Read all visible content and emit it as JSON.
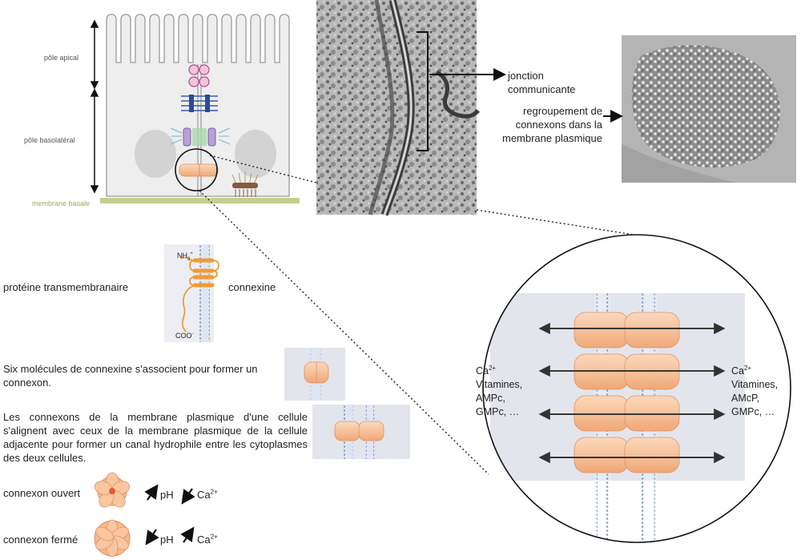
{
  "cell": {
    "apical_label": "pôle apical",
    "basolateral_label": "pôle basolatéral",
    "basal_membrane_label": "membrane basale"
  },
  "micrograph": {
    "gap_junction_label": "jonction communicante",
    "cluster_label": "regroupement de connexons dans la membrane plasmique"
  },
  "connexin": {
    "left_label": "protéine transmembranaire",
    "right_label": "connexine",
    "n_terminus": "NH",
    "n_terminus_sub": "3",
    "n_terminus_sup": "+",
    "c_terminus": "COO",
    "c_terminus_sup": "-"
  },
  "steps": {
    "connexon_text": "Six molécules de connexine s'associent pour former un connexon.",
    "channel_text": "Les connexons de la membrane plasmique d'une cellule s'alignent avec ceux de la membrane plasmique de la cellule adjacente pour former un canal hydrophile entre les cytoplasmes des deux cellules."
  },
  "states": {
    "open_label": "connexon ouvert",
    "closed_label": "connexon fermé",
    "ph": "pH",
    "ca": "Ca",
    "ca_sup": "2+"
  },
  "zoom": {
    "left": {
      "ca": "Ca",
      "ca_sup": "2+",
      "lines": [
        "Vitamines,",
        "AMPc,",
        "GMPc, …"
      ]
    },
    "right": {
      "ca": "Ca",
      "ca_sup": "2+",
      "lines": [
        "Vitamines,",
        "AMcP,",
        "GMPc, …"
      ]
    }
  },
  "colors": {
    "cell_fill": "#eeeeee",
    "basal_membrane": "#c4cf8e",
    "connexon": "#f6c6a0",
    "connexin_orange": "#f29a35",
    "membrane_blue": "#9fb4d6",
    "panel_grey": "#e3e5ec"
  }
}
